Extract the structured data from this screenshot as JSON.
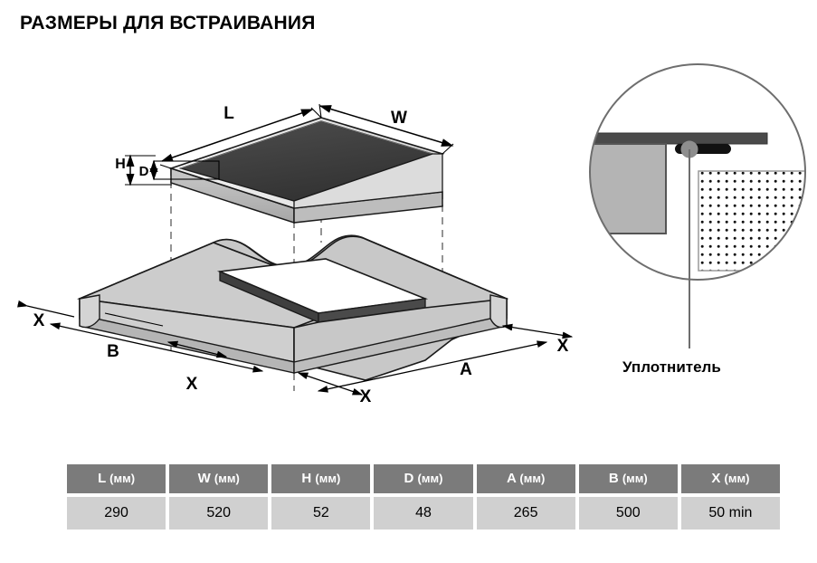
{
  "title": "РАЗМЕРЫ ДЛЯ ВСТРАИВАНИЯ",
  "diagram": {
    "cooktop_labels": {
      "length": "L",
      "width": "W",
      "height": "H",
      "depth": "D"
    },
    "cutout_labels": {
      "side_a": "A",
      "side_b": "B",
      "clearance_1": "X",
      "clearance_2": "X",
      "clearance_3": "X",
      "clearance_4": "X"
    },
    "detail": {
      "seal_label": "Уплотнитель"
    }
  },
  "table": {
    "headers": [
      {
        "letter": "L",
        "unit": "(мм)"
      },
      {
        "letter": "W",
        "unit": "(мм)"
      },
      {
        "letter": "H",
        "unit": "(мм)"
      },
      {
        "letter": "D",
        "unit": "(мм)"
      },
      {
        "letter": "A",
        "unit": "(мм)"
      },
      {
        "letter": "B",
        "unit": "(мм)"
      },
      {
        "letter": "X",
        "unit": "(мм)"
      }
    ],
    "values": [
      "290",
      "520",
      "52",
      "48",
      "265",
      "500",
      "50 min"
    ]
  },
  "colors": {
    "header_bg": "#7b7b7b",
    "value_bg": "#d0d0d0",
    "glass_dark": "#3c3c3c",
    "glass_light": "#555555",
    "body_gray": "#b0b0b0",
    "counter_gray": "#c8c8c8",
    "cutout_dark": "#3f3f3f",
    "outline": "#1a1a1a"
  }
}
